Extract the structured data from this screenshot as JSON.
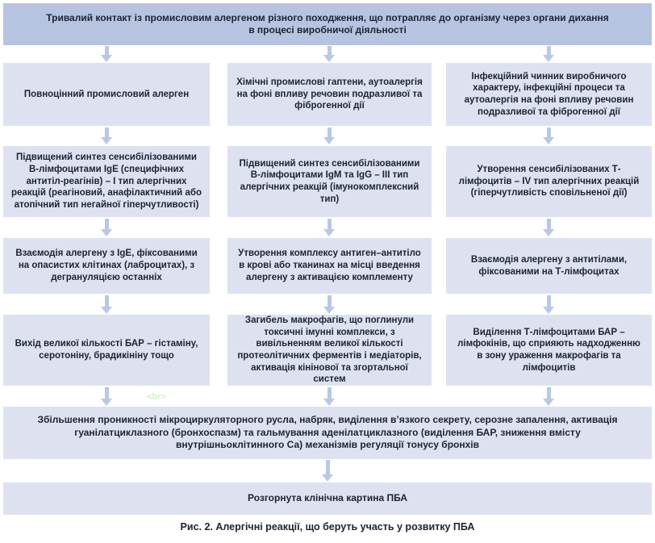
{
  "figure": {
    "caption": "Рис. 2. Алергічні реакції, що беруть участь у розвитку ПБА",
    "artifact": "<br>"
  },
  "flowchart": {
    "top": "Тривалий контакт із промисловим алергеном різного походження, що потрапляє до організму через органи дихання в процесі виробничої діяльності",
    "columns": [
      {
        "id": "left",
        "steps": [
          "Повноцінний промисловий алерген",
          "Підвищений синтез сенсибілізованими В-лімфоцитами IgE (специфічних антитіл-реагінів) – I тип алергічних реакцій (реагіновий, анафілактичний або атопічний тип негайної гіперчутливості)",
          "Взаємодія алергену з IgE, фіксованими на опасистих клітинах (лаброцитах), з дегрануляцією останніх",
          "Вихід великої кількості БАР – гістаміну, серотоніну, брадикініну тощо"
        ]
      },
      {
        "id": "middle",
        "steps": [
          "Хімічні промислові гаптени, аутоалергія на фоні впливу речовин подразливої та фіброгенної дії",
          "Підвищений синтез сенсибілізованими В-лімфоцитами IgM та IgG – III тип алергічних реакцій (імунокомплексний тип)",
          "Утворення комплексу антиген–антитіло в крові або тканинах на місці введення алергену з активацією комплементу",
          "Загибель макрофагів, що поглинули токсичні імунні комплекси, з вивільненням великої кількості протеолітичних ферментів і медіаторів, активація кінінової та згортальної систем"
        ]
      },
      {
        "id": "right",
        "steps": [
          "Інфекційний чинник виробничого характеру, інфекційні процеси та аутоалергія на фоні впливу речовин подразливої та фіброгенної дії",
          "Утворення сенсибілізованих Т-лімфоцитів – IV тип алергічних реакцій (гіперчутливість сповільненої дії)",
          "Взаємодія алергену з антитілами, фіксованими на Т-лімфоцитах",
          "Виділення Т-лімфоцитами БАР – лімфокінів, що сприяють надходженню в зону ураження макрофагів та лімфоцитів"
        ]
      }
    ],
    "merge": "Збільшення проникності мікроциркуляторного русла, набряк, виділення в’язкого секрету, серозне запалення, активація гуанілатциклазного (бронхоспазм) та гальмування аденілатциклазного (виділення БАР, зниження вмісту внутрішньоклітинного Са) механізмів регуляції тонусу бронхів",
    "final": "Розгорнута клінічна картина ПБА"
  },
  "colors": {
    "top_box": "#b6c4e1",
    "light_box": "#dee2f0",
    "arrow": "#b9c8e4",
    "text": "#1c2330",
    "artifact": "#cdf2c6"
  }
}
